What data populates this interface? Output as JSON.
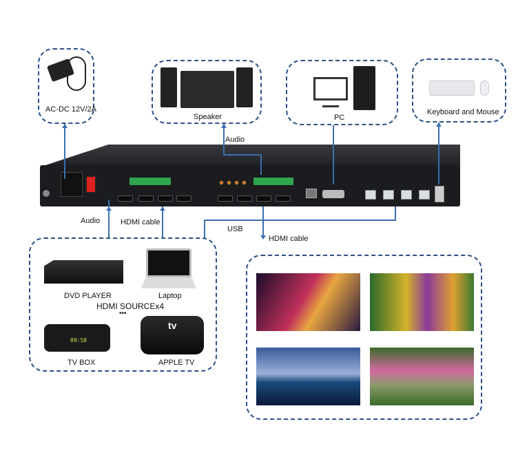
{
  "devices": {
    "power": {
      "label": "AC-DC 12V/2A"
    },
    "speaker": {
      "label": "Speaker"
    },
    "pc": {
      "label": "PC"
    },
    "keyboard": {
      "label": "Keyboard and Mouse"
    }
  },
  "connections": {
    "audio_out": "Audio",
    "audio_in": "Audio",
    "hdmi_in": "HDMI cable",
    "usb": "USB",
    "hdmi_out": "HDMI cable"
  },
  "sources": {
    "title": "HDMI SOURCEx4",
    "ellipsis": "•••",
    "items": [
      {
        "label": "DVD PLAYER"
      },
      {
        "label": "Laptop"
      },
      {
        "label": "TV BOX",
        "display": "09:58"
      },
      {
        "label": "APPLE TV",
        "logo": "tv"
      }
    ]
  },
  "colors": {
    "line": "#3a6fb0",
    "border": "#2a4f86"
  }
}
